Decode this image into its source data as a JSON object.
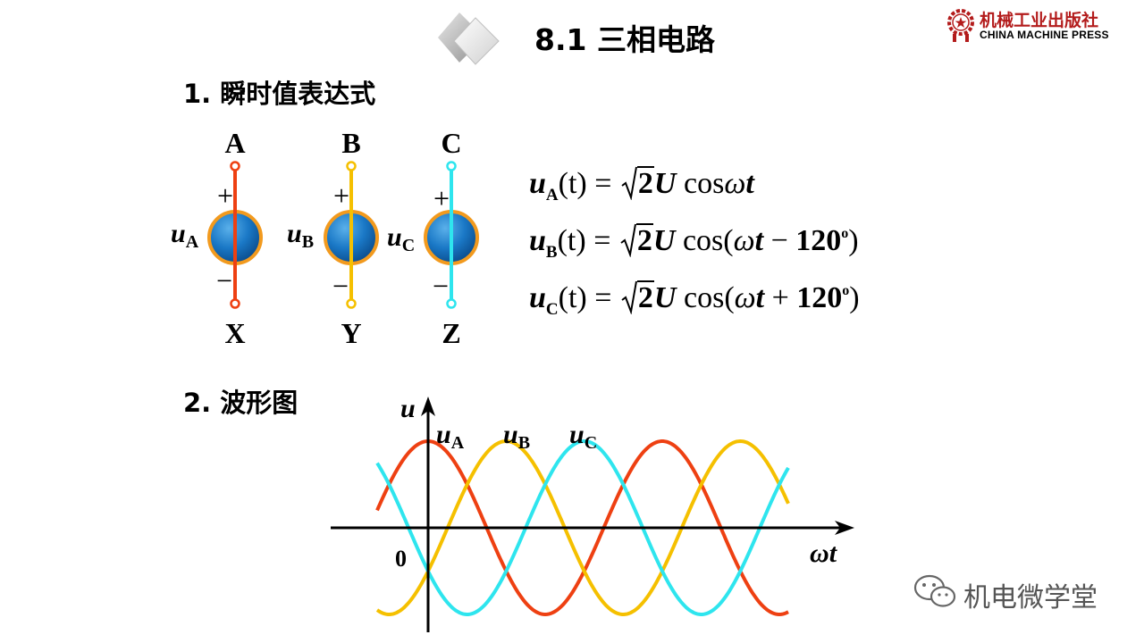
{
  "slide": {
    "title": "8.1 三相电路",
    "section1_title": "1. 瞬时值表达式",
    "section2_title": "2. 波形图"
  },
  "logo": {
    "name_cn": "机械工业出版社",
    "name_en": "CHINA MACHINE PRESS",
    "color": "#b31b1b"
  },
  "sources": [
    {
      "top_label": "A",
      "bottom_label": "X",
      "plus": "+",
      "minus": "−",
      "voltage_symbol": "u",
      "voltage_sub": "A",
      "color": "#ee4012"
    },
    {
      "top_label": "B",
      "bottom_label": "Y",
      "plus": "+",
      "minus": "−",
      "voltage_symbol": "u",
      "voltage_sub": "B",
      "color": "#f5c000"
    },
    {
      "top_label": "C",
      "bottom_label": "Z",
      "plus": "+",
      "minus": "−",
      "voltage_symbol": "u",
      "voltage_sub": "C",
      "color": "#2ee5ee"
    }
  ],
  "formulas": [
    {
      "symbol": "u",
      "sub": "A",
      "lhs_arg": "(t) =",
      "root": "2",
      "amp": "U",
      "func": "cos",
      "arg_open": "",
      "omega": "ω",
      "t": "t",
      "op": "",
      "angle": "",
      "deg": "",
      "arg_close": ""
    },
    {
      "symbol": "u",
      "sub": "B",
      "lhs_arg": "(t) =",
      "root": "2",
      "amp": "U",
      "func": "cos",
      "arg_open": "(",
      "omega": "ω",
      "t": "t",
      "op": " − ",
      "angle": "120",
      "deg": "o",
      "arg_close": ")"
    },
    {
      "symbol": "u",
      "sub": "C",
      "lhs_arg": "(t) =",
      "root": "2",
      "amp": "U",
      "func": "cos",
      "arg_open": "(",
      "omega": "ω",
      "t": "t",
      "op": " + ",
      "angle": "120",
      "deg": "o",
      "arg_close": ")"
    }
  ],
  "waveform": {
    "y_axis_label": "u",
    "x_axis_label": "ωt",
    "origin_label": "0",
    "curve_labels": [
      {
        "symbol": "u",
        "sub": "A"
      },
      {
        "symbol": "u",
        "sub": "B"
      },
      {
        "symbol": "u",
        "sub": "C"
      }
    ],
    "series": [
      {
        "name": "uA",
        "phase_deg": 0,
        "color": "#ee4012"
      },
      {
        "name": "uB",
        "phase_deg": -120,
        "color": "#f5c000"
      },
      {
        "name": "uC",
        "phase_deg": 120,
        "color": "#2ee5ee"
      }
    ]
  },
  "watermark": {
    "text": "机电微学堂"
  }
}
